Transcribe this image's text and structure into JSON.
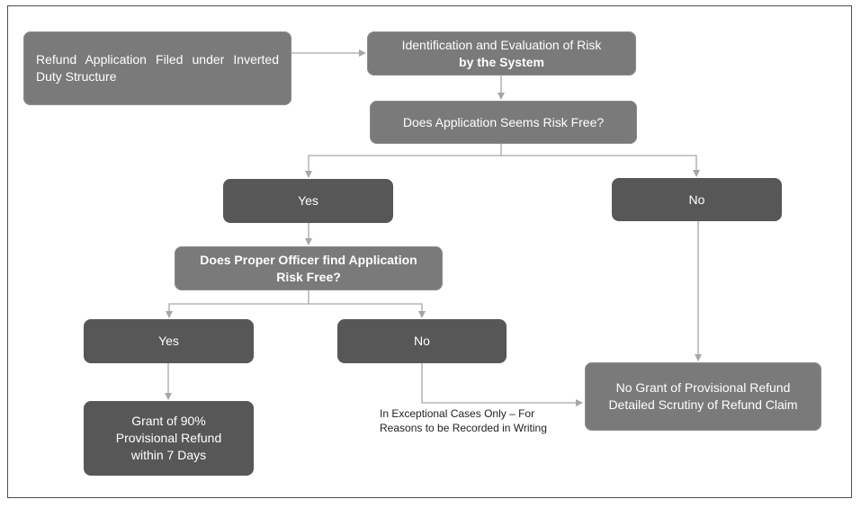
{
  "nodes": {
    "filed": "Refund Application Filed under Inverted Duty Structure",
    "identification_line1": "Identification and Evaluation of Risk",
    "identification_line2": "by the System",
    "risk_free_question": "Does Application Seems Risk Free?",
    "yes_system": "Yes",
    "no_system": "No",
    "officer_question_line1": "Does Proper Officer find Application",
    "officer_question_line2": "Risk Free?",
    "yes_officer": "Yes",
    "no_officer": "No",
    "grant_line1": "Grant of 90%",
    "grant_line2": "Provisional Refund",
    "grant_line3": "within 7 Days",
    "no_grant_line1": "No Grant of Provisional Refund",
    "no_grant_line2": "Detailed Scrutiny of Refund Claim"
  },
  "annotations": {
    "exceptional_line1": "In Exceptional Cases Only – For",
    "exceptional_line2": "Reasons to be Recorded in Writing"
  },
  "colors": {
    "light_box": "#7a7a7a",
    "dark_box": "#575757",
    "connector": "#a6a6a6"
  }
}
